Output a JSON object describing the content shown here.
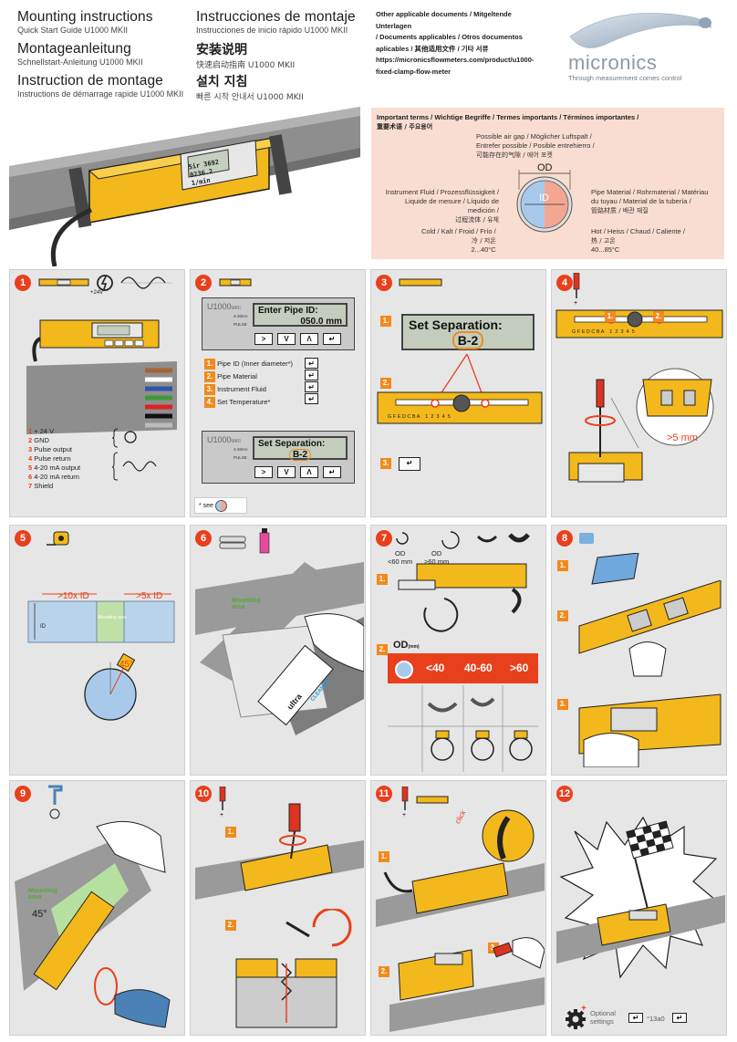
{
  "header": {
    "titles_left": [
      {
        "title": "Mounting instructions",
        "subtitle": "Quick Start Guide U1000 MKII"
      },
      {
        "title": "Montageanleitung",
        "subtitle": "Schnellstart-Anleitung U1000 MKII"
      },
      {
        "title": "Instruction de montage",
        "subtitle": "Instructions de démarrage rapide U1000 MKII"
      }
    ],
    "titles_right": [
      {
        "title": "Instrucciones de montaje",
        "subtitle": "Instrucciones de inicio rápido U1000 MKII"
      },
      {
        "title": "安装说明",
        "subtitle": "快速启动指南 U1000 MKII"
      },
      {
        "title": "설치 지침",
        "subtitle": "빠른 시작 안내서 U1000 MKII"
      }
    ],
    "other_docs": [
      "Other applicable documents / Mitgeltende Unterlagen",
      "/ Documents applicables / Otros documentos",
      "aplicables / 其他适用文件 / 기타 서류",
      "https://micronicsflowmeters.com/product/u1000-",
      "fixed-clamp-flow-meter"
    ],
    "logo": {
      "name": "micronics",
      "tagline": "Through measurement comes control"
    }
  },
  "device_display": {
    "line1": "5ir 3692",
    "line2": "0236.2   1/min"
  },
  "terms": {
    "heading_1": "Important terms / Wichtige Begriffe / Termes importants / Términos importantes /",
    "heading_2": "重要术语 / 주요용어",
    "air_gap": [
      "Possible air gap / Möglicher Luftspalt /",
      "Entrefer possible / Posible entrehierro /",
      "可能存在的气隙 / 에어 포켓"
    ],
    "od": "OD",
    "id": "ID",
    "fluid": [
      "Instrument Fluid / Prozessflüssigkeit /",
      "Liquide de mesure / Líquido de medición /",
      "过程流体 / 유체"
    ],
    "material": [
      "Pipe Material / Rohrmaterial / Matériau",
      "du tuyau / Material de la tubería /",
      "管路材质 / 배관 재질"
    ],
    "cold": [
      "Cold / Kalt / Froid / Frío /",
      "冷 / 저온",
      "2...40°C"
    ],
    "hot": [
      "Hot / Heiss / Chaud  / Caliente  /",
      "热 / 고온",
      "40...85°C"
    ]
  },
  "panels": {
    "p1": {
      "number": "1",
      "voltage": "+24V",
      "wires": [
        {
          "n": "1",
          "label": "+ 24 V"
        },
        {
          "n": "2",
          "label": "GND"
        },
        {
          "n": "3",
          "label": "Pulse output"
        },
        {
          "n": "4",
          "label": "Pulse return"
        },
        {
          "n": "5",
          "label": "4-20 mA output"
        },
        {
          "n": "6",
          "label": "4-20 mA return"
        },
        {
          "n": "7",
          "label": "Shield"
        }
      ]
    },
    "p2": {
      "number": "2",
      "model": "U1000",
      "model_sub": "MKII",
      "leds": [
        "4-20mA",
        "PULSE"
      ],
      "lcd1": [
        "Enter Pipe ID:",
        "050.0 mm"
      ],
      "lcd2_label": "Set Separation:",
      "lcd2_value": "B-2",
      "keys": [
        ">",
        "V",
        "Λ",
        "↵"
      ],
      "steps": [
        {
          "n": "1.",
          "label": "Pipe ID (Inner diameter*)"
        },
        {
          "n": "2.",
          "label": "Pipe Material"
        },
        {
          "n": "3.",
          "label": "Instrument Fluid"
        },
        {
          "n": "4.",
          "label": "Set Temperature*"
        }
      ],
      "see": "* see"
    },
    "p3": {
      "number": "3",
      "step1": "1.",
      "lcd_label": "Set Separation:",
      "lcd_value": "B-2",
      "step2": "2.",
      "step3": "3.",
      "scale": "G F E D C B A    1  2  3  4  5"
    },
    "p4": {
      "number": "4",
      "mark1": "1.",
      "mark2": "2.",
      "gap": ">5 mm",
      "scale": "G F E D C B A    1  2  3  4  5"
    },
    "p5": {
      "number": "5",
      "upstream": ">10x ID",
      "downstream": ">5x ID",
      "area": "Mounting area",
      "id": "ID",
      "angle": "45°"
    },
    "p6": {
      "number": "6",
      "area": "Mounting area",
      "product": "ultra",
      "cleaner": "CLEANER"
    },
    "p7": {
      "number": "7",
      "od_small": [
        "OD",
        "<60 mm"
      ],
      "od_large": [
        "OD",
        ">60 mm"
      ],
      "step1": "1.",
      "step2": "2.",
      "table_header": "OD",
      "table_unit": "(mm)",
      "columns": [
        "<40",
        "40-60",
        ">60"
      ]
    },
    "p8": {
      "number": "8",
      "step1": "1.",
      "step2": "2.",
      "step3": "3."
    },
    "p9": {
      "number": "9",
      "area": "Mounting area",
      "angle": "45°"
    },
    "p10": {
      "number": "10",
      "step1": "1.",
      "step2": "2."
    },
    "p11": {
      "number": "11",
      "step1": "1.",
      "step2": "2.",
      "step3": "3.",
      "click": "click"
    },
    "p12": {
      "number": "12",
      "optional": [
        "Optional",
        "settings"
      ],
      "code": "°13a0"
    }
  }
}
